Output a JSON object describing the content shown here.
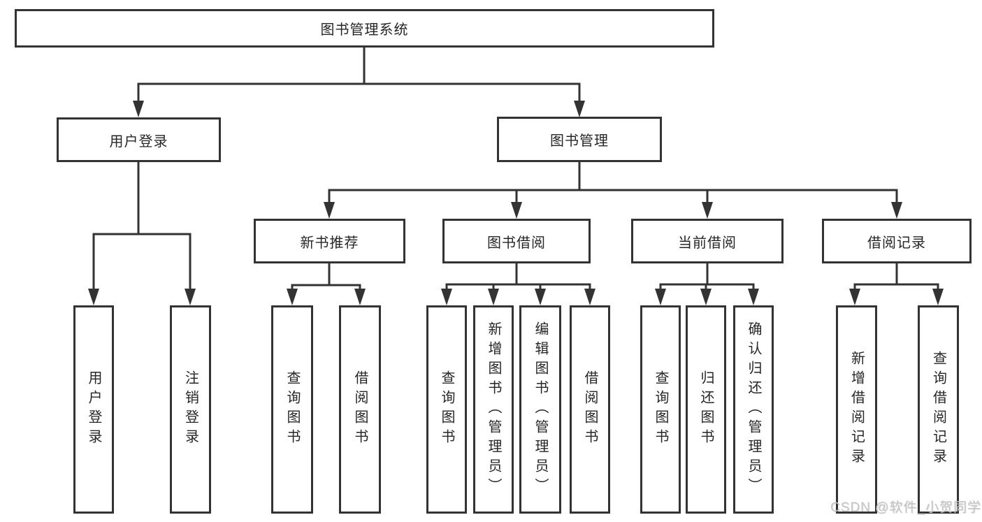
{
  "colors": {
    "line": "#333333",
    "box_border": "#333333",
    "box_fill": "#ffffff",
    "text": "#262626",
    "watermark": "#c6c6c6"
  },
  "tree": {
    "root": {
      "label": "图书管理系统"
    },
    "level2": [
      {
        "label": "用户登录"
      },
      {
        "label": "图书管理"
      }
    ],
    "level3": [
      {
        "label": "新书推荐"
      },
      {
        "label": "图书借阅"
      },
      {
        "label": "当前借阅"
      },
      {
        "label": "借阅记录"
      }
    ],
    "leaves": [
      {
        "label": "用户登录"
      },
      {
        "label": "注销登录"
      },
      {
        "label": "查询图书"
      },
      {
        "label": "借阅图书"
      },
      {
        "label": "查询图书"
      },
      {
        "label": "新增图书（管理员）"
      },
      {
        "label": "编辑图书（管理员）"
      },
      {
        "label": "借阅图书"
      },
      {
        "label": "查询图书"
      },
      {
        "label": "归还图书"
      },
      {
        "label": "确认归还（管理员）"
      },
      {
        "label": "新增借阅记录"
      },
      {
        "label": "查询借阅记录"
      }
    ]
  },
  "watermark": {
    "text": "CSDN @软件_小贺同学"
  }
}
